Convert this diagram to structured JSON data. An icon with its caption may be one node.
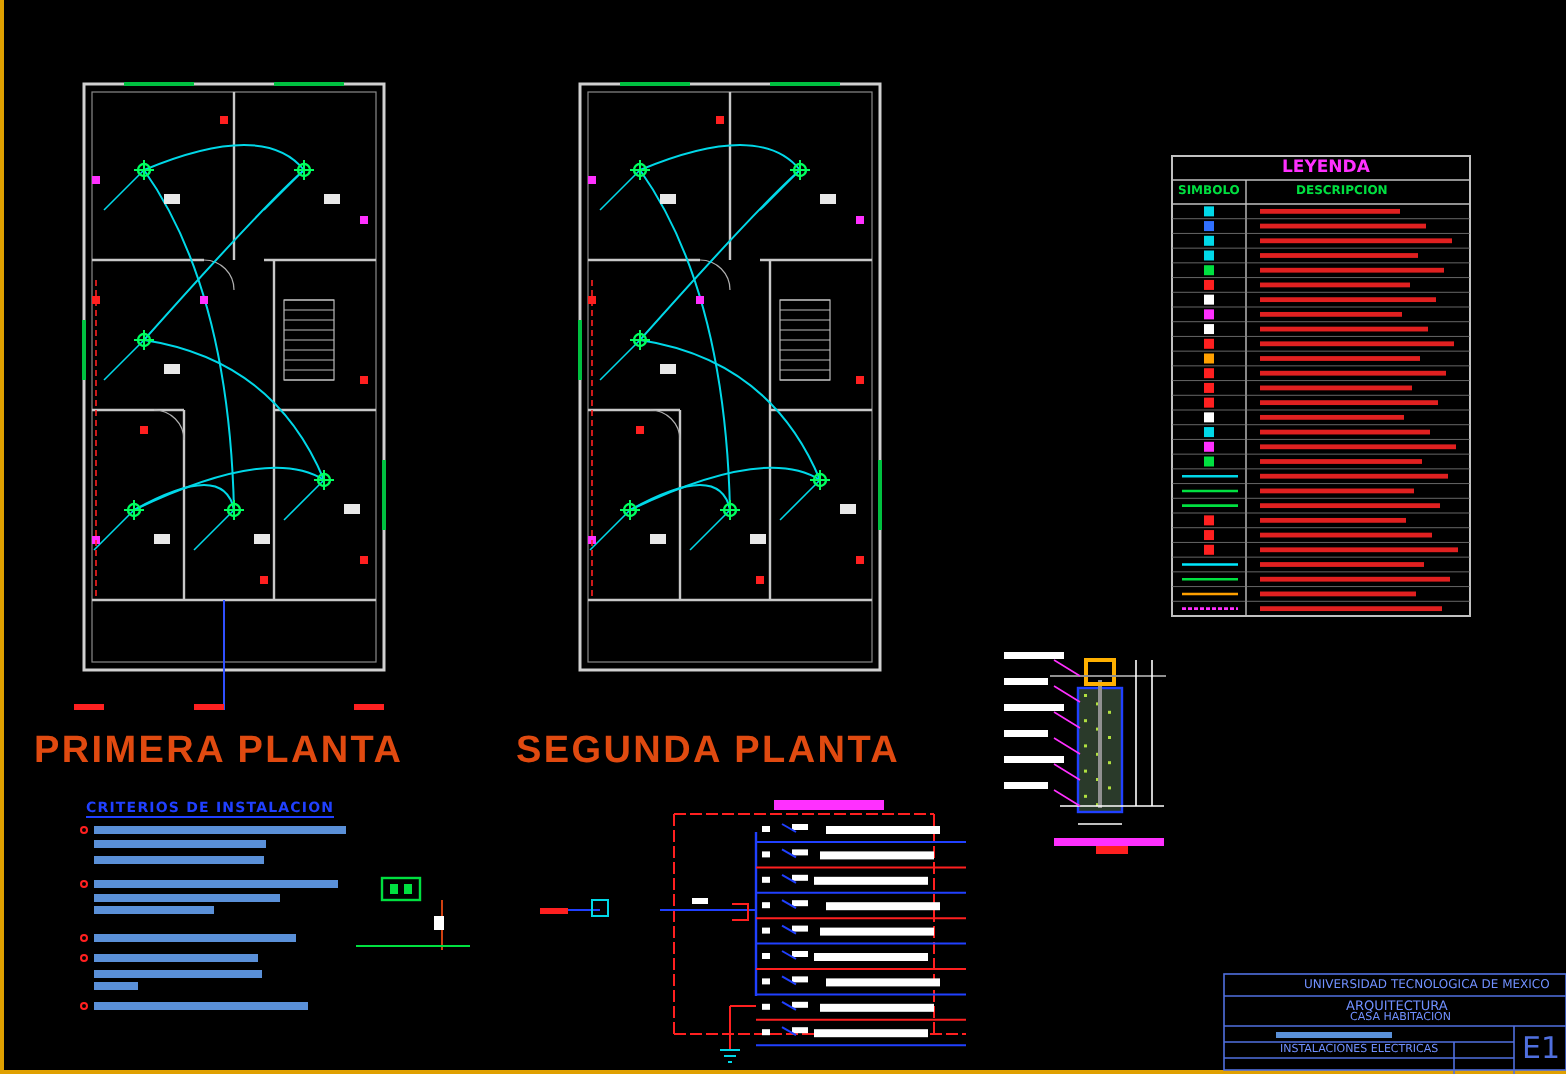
{
  "diagram": {
    "labels": [
      "PRIMERA PLANTA",
      "SEGUNDA PLANTA",
      "LEYENDA",
      "SIMBOLO",
      "DESCRIPCION",
      "CRITERIOS DE INSTALACION",
      "UNIVERSIDAD TECNOLOGICA DE MEXICO",
      "ARQUITECTURA",
      "CASA HABITACION",
      "INSTALACIONES ELECTRICAS",
      "E1"
    ]
  }
}
